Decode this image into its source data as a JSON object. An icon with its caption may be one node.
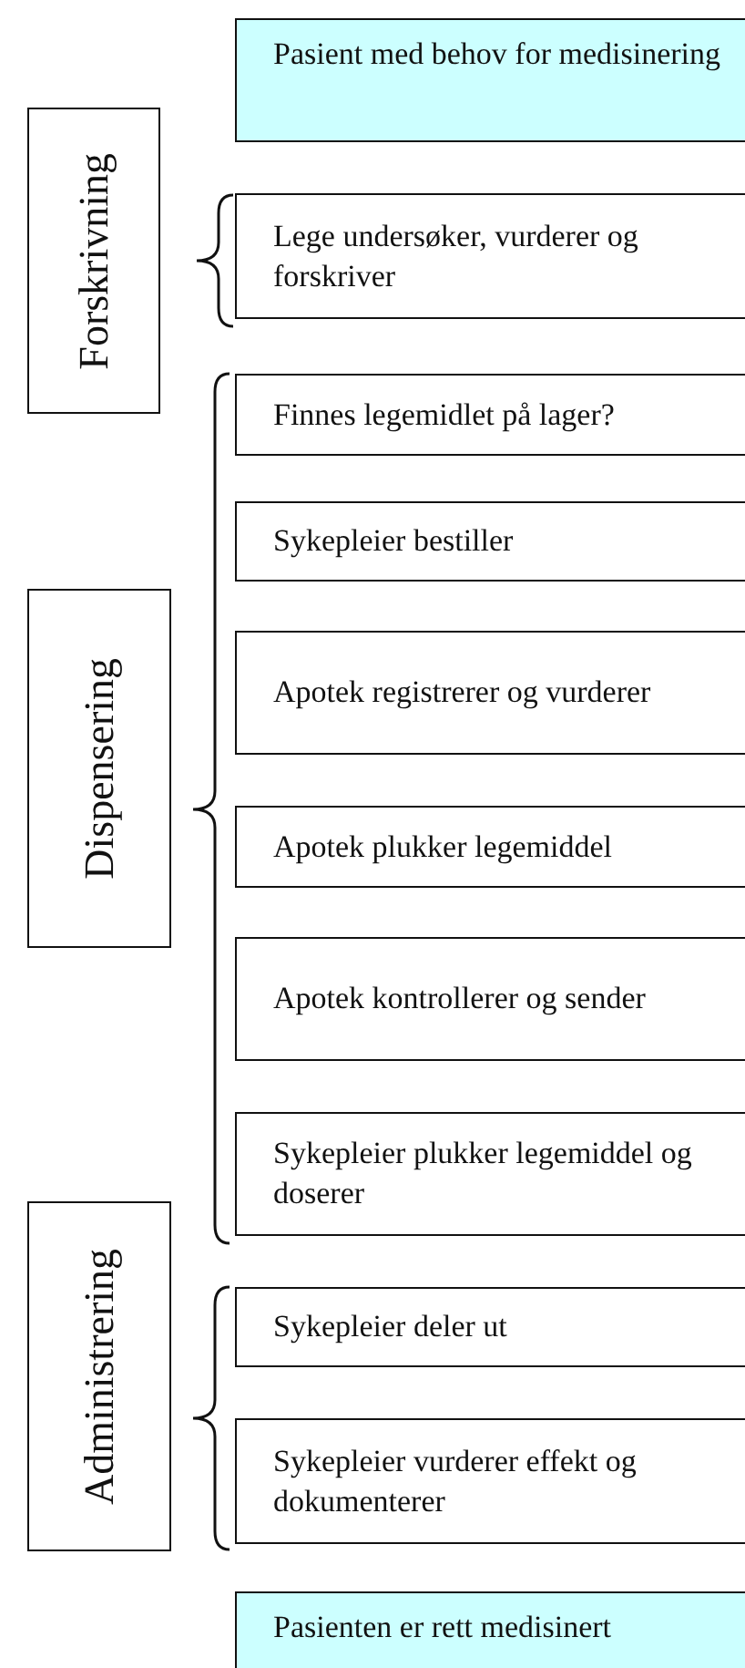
{
  "diagram": {
    "nodes": [
      {
        "text": [
          "Pasient med behov for medisinering"
        ]
      },
      {
        "text": [
          "Forskrivning"
        ]
      },
      {
        "text": [
          "Lege undersøker, vurderer og forskriver"
        ]
      },
      {
        "text": [
          "Finnes legemidlet på lager?"
        ]
      },
      {
        "text": [
          "Sykepleier bestiller"
        ]
      },
      {
        "text": [
          "Dispensering"
        ]
      },
      {
        "text": [
          "Apotek registrerer og vurderer"
        ]
      },
      {
        "text": [
          "Apotek plukker legemiddel"
        ]
      },
      {
        "text": [
          "Apotek kontrollerer og sender"
        ]
      },
      {
        "text": [
          "Sykepleier plukker legemiddel og doserer"
        ]
      },
      {
        "text": [
          "Administrering"
        ]
      },
      {
        "text": [
          "Sykepleier deler ut"
        ]
      },
      {
        "text": [
          "Sykepleier vurderer effekt og dokumenterer"
        ]
      },
      {
        "text": [
          "Pasienten er rett medisinert"
        ]
      }
    ],
    "edges": []
  }
}
